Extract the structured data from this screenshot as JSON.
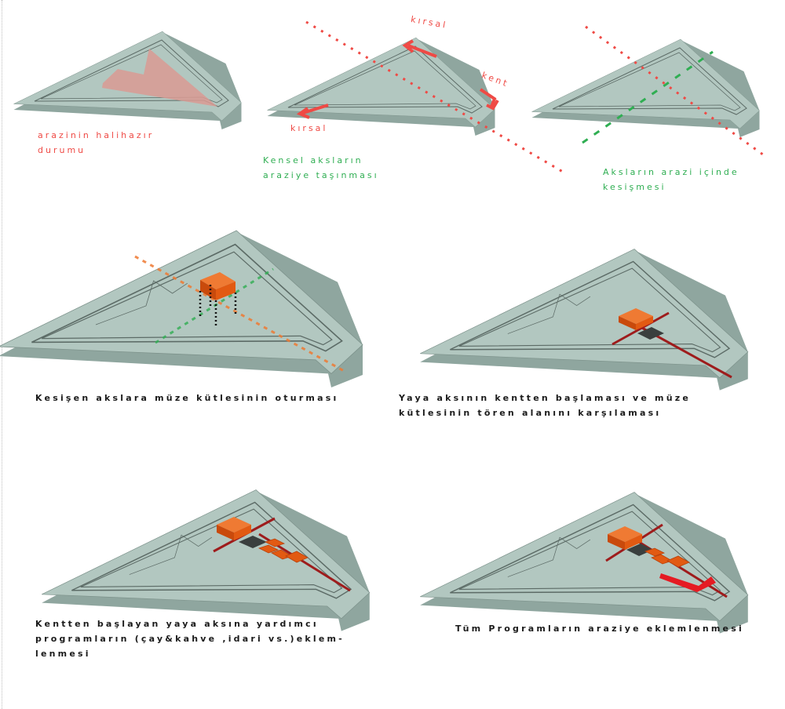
{
  "colors": {
    "site_fill": "#b2c7c0",
    "site_shadow": "#8fa69f",
    "site_line": "#5c6b66",
    "red": "#ef4a45",
    "green": "#2fae52",
    "orange": "#e25a12",
    "orange_light": "#ef7a33",
    "dark_axis": "#9e1c1c",
    "dark_block": "#3a3f3e",
    "salmon": "#d99a93",
    "text_dark": "#1b1b1b"
  },
  "panels": [
    {
      "id": "halihazir",
      "caption": "arazinin halihazır\ndurumu",
      "caption_color": "red"
    },
    {
      "id": "aks-tasinmasi",
      "caption": "Kensel aksların\naraziye taşınması",
      "caption_color": "green",
      "arrows": {
        "kirsal_top": "kırsal",
        "kent": "kent",
        "kirsal_left": "kırsal"
      }
    },
    {
      "id": "aks-kesismesi",
      "caption": "Aksların arazi içinde\nkesişmesi",
      "caption_color": "green"
    },
    {
      "id": "muze-kutlesi",
      "caption": "Kesişen akslara müze kütlesinin oturması",
      "caption_color": "black"
    },
    {
      "id": "yaya-aksi",
      "caption": "Yaya aksının kentten başlaması ve müze\nkütlesinin tören alanını karşılaması",
      "caption_color": "black"
    },
    {
      "id": "yardimci-programlar",
      "caption": "Kentten başlayan yaya aksına yardımcı\nprogramların (çay&kahve ,idari vs.)eklem-\nlenmesi",
      "caption_color": "black"
    },
    {
      "id": "tum-programlar",
      "caption": "Tüm Programların araziye eklemlenmesi",
      "caption_color": "black"
    }
  ]
}
